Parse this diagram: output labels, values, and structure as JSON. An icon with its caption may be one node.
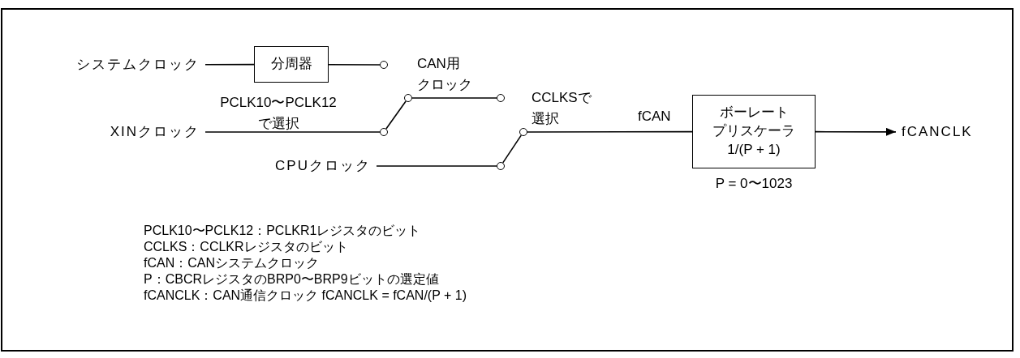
{
  "diagram": {
    "nodes": [
      {
        "text": [
          "システムクロック"
        ]
      },
      {
        "text": [
          "分周器"
        ]
      },
      {
        "text": [],
        "shape": "circle"
      },
      {
        "text": [
          "XINクロック"
        ]
      },
      {
        "text": [],
        "shape": "circle"
      },
      {
        "text": [],
        "shape": "circle"
      },
      {
        "text": [],
        "shape": "circle"
      },
      {
        "text": [
          "CPUクロック"
        ]
      },
      {
        "text": [],
        "shape": "circle"
      },
      {
        "text": [],
        "shape": "circle"
      },
      {
        "text": [
          "ボーレート",
          "プリスケーラ",
          "1/(P + 1)"
        ],
        "beside": [
          "P = 0〜1023"
        ]
      },
      {
        "text": [
          "fCANCLK"
        ]
      }
    ],
    "edges": [
      {
        "from": 0,
        "to": 1,
        "arrow": "none"
      },
      {
        "from": 1,
        "to": 2,
        "arrow": "none"
      },
      {
        "from": 3,
        "to": 4,
        "arrow": "none"
      },
      {
        "from": 4,
        "to": 5,
        "arrow": "none"
      },
      {
        "from": 5,
        "to": 6,
        "arrow": "none"
      },
      {
        "from": 7,
        "to": 8,
        "arrow": "none"
      },
      {
        "from": 8,
        "to": 9,
        "arrow": "none"
      },
      {
        "from": 9,
        "to": 10,
        "arrow": "none",
        "label": "fCAN"
      },
      {
        "from": 10,
        "to": 11,
        "arrow": "to"
      }
    ],
    "labels": [
      "CAN用クロック",
      "PCLK10〜PCLK12 で選択",
      "CCLKSで選択",
      "PCLK10〜PCLK12：PCLKR1レジスタのビット",
      "CCLKS：CCLKRレジスタのビット",
      "fCAN：CANシステムクロック",
      "P：CBCRレジスタのBRP0〜BRP9ビットの選定値",
      "fCANCLK：CAN通信クロック fCANCLK = fCAN/(P + 1)"
    ]
  }
}
